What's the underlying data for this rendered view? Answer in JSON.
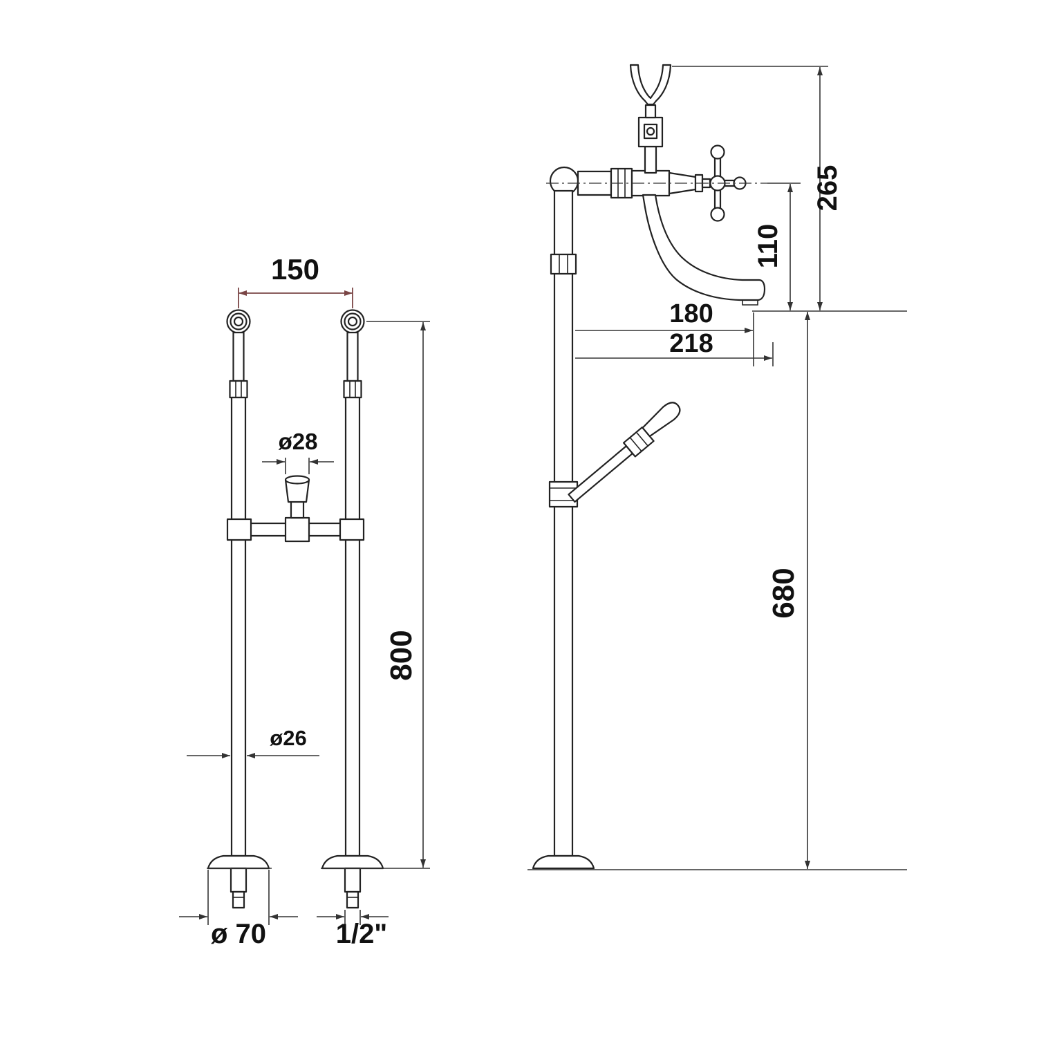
{
  "drawing": {
    "left_view": {
      "pipe_spacing": "150",
      "holder_diameter": "ø28",
      "pipe_height": "800",
      "pipe_diameter": "ø26",
      "base_diameter": "ø 70",
      "thread_size": "1/2\""
    },
    "right_view": {
      "overall_top_height": "265",
      "spout_drop": "110",
      "spout_reach": "180",
      "spout_reach_outer": "218",
      "column_height": "680"
    }
  },
  "colors": {
    "line": "#222222",
    "dimension": "#333333",
    "accent_dimension": "#7a4545",
    "background": "#ffffff"
  }
}
